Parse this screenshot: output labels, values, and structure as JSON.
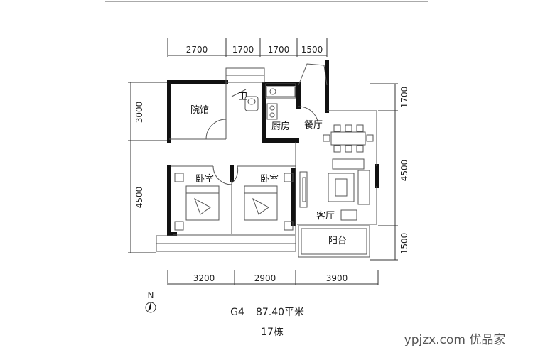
{
  "dimensions": {
    "top": [
      "2700",
      "1700",
      "1700",
      "1500"
    ],
    "bottom": [
      "3200",
      "2900",
      "3900"
    ],
    "left": [
      "3000",
      "4500"
    ],
    "right": [
      "1700",
      "4500",
      "1500"
    ]
  },
  "rooms": {
    "study": "院馆",
    "bathroom": "卫",
    "kitchen": "厨房",
    "dining": "餐厅",
    "bedroom_left": "卧室",
    "bedroom_right": "卧室",
    "living": "客厅",
    "balcony": "阳台"
  },
  "compass": "N",
  "caption": {
    "unit_type": "G4",
    "area": "87.40平米",
    "building": "17栋"
  },
  "watermark": "ypjzx.com  优品家"
}
